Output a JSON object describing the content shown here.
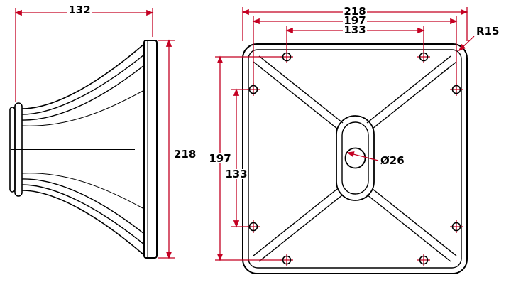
{
  "drawing": {
    "side_view": {
      "depth": "132",
      "height": "218"
    },
    "front_view": {
      "width": "218",
      "bolt_span_horizontal": "197",
      "bolt_span_top": "133",
      "bolt_span_vertical": "197",
      "bolt_span_side": "133",
      "corner_radius": "R15",
      "center_hole_diameter": "Ø26"
    },
    "colors": {
      "dimension_line": "#c40022",
      "drawing_line": "#000000",
      "background": "#ffffff"
    }
  }
}
